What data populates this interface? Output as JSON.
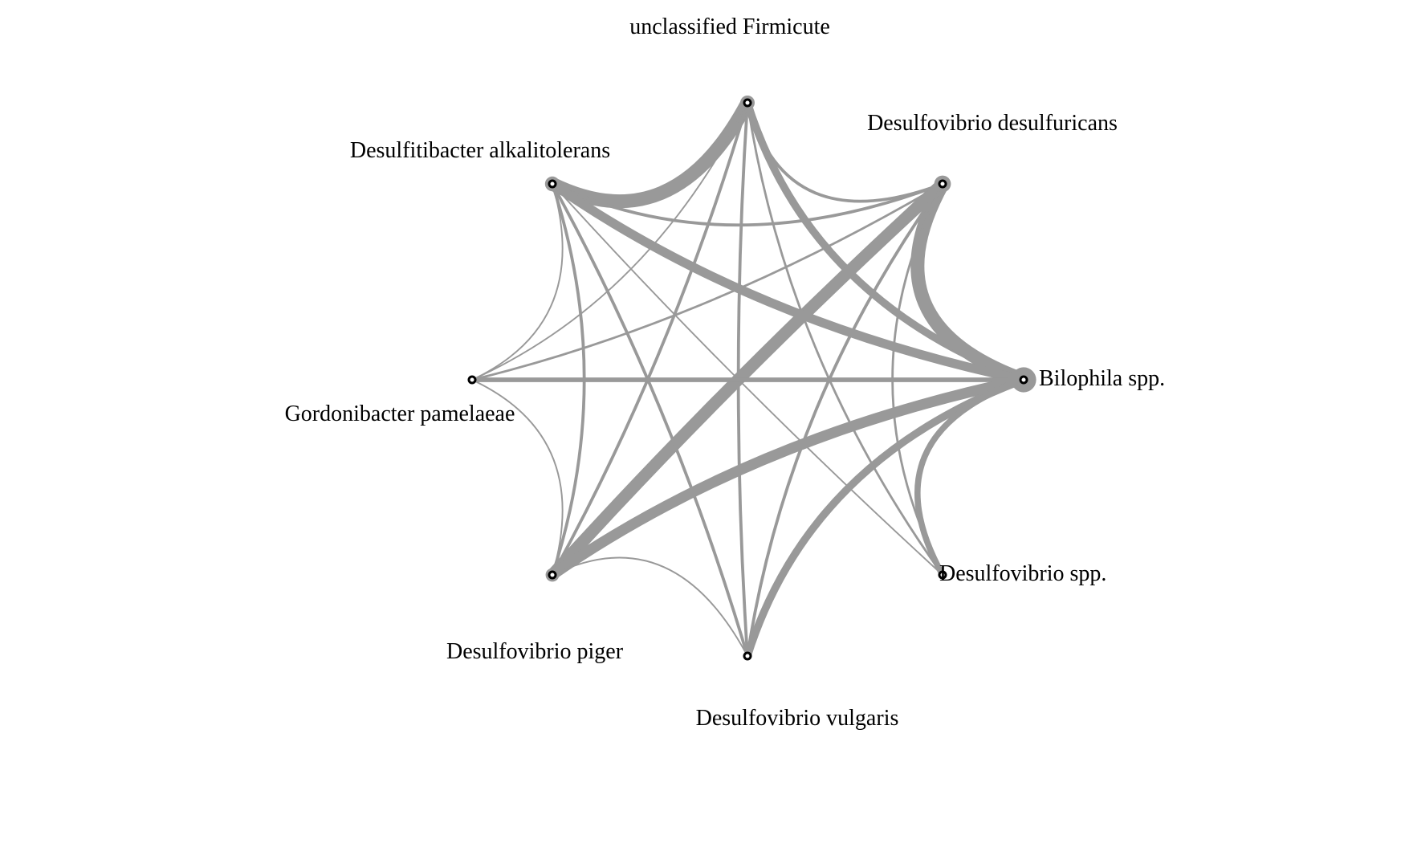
{
  "diagram": {
    "type": "network",
    "colors": {
      "edge": "#999999",
      "node_outline": "#000000",
      "node_fill": "#ffffff",
      "label": "#000000"
    },
    "nodes": [
      {
        "id": "uf",
        "label": "unclassified Firmicute"
      },
      {
        "id": "ddf",
        "label": "Desulfovibrio desulfuricans"
      },
      {
        "id": "da",
        "label": "Desulfitibacter alkalitolerans"
      },
      {
        "id": "gp",
        "label": "Gordonibacter pamelaeae"
      },
      {
        "id": "bs",
        "label": "Bilophila spp."
      },
      {
        "id": "dp",
        "label": "Desulfovibrio piger"
      },
      {
        "id": "ds",
        "label": "Desulfovibrio spp."
      },
      {
        "id": "dv",
        "label": "Desulfovibrio vulgaris"
      }
    ],
    "edges": [
      {
        "source": "da",
        "target": "uf",
        "weight": 9
      },
      {
        "source": "uf",
        "target": "bs",
        "weight": 5
      },
      {
        "source": "uf",
        "target": "ddf",
        "weight": 2
      },
      {
        "source": "uf",
        "target": "ds",
        "weight": 1.5
      },
      {
        "source": "uf",
        "target": "dv",
        "weight": 2
      },
      {
        "source": "uf",
        "target": "dp",
        "weight": 2
      },
      {
        "source": "uf",
        "target": "gp",
        "weight": 1
      },
      {
        "source": "ddf",
        "target": "bs",
        "weight": 9
      },
      {
        "source": "ddf",
        "target": "dp",
        "weight": 8
      },
      {
        "source": "ddf",
        "target": "da",
        "weight": 2
      },
      {
        "source": "ddf",
        "target": "dv",
        "weight": 2
      },
      {
        "source": "ddf",
        "target": "gp",
        "weight": 1.5
      },
      {
        "source": "ddf",
        "target": "ds",
        "weight": 1.5
      },
      {
        "source": "da",
        "target": "bs",
        "weight": 6
      },
      {
        "source": "da",
        "target": "dp",
        "weight": 2
      },
      {
        "source": "da",
        "target": "dv",
        "weight": 2
      },
      {
        "source": "da",
        "target": "ds",
        "weight": 1
      },
      {
        "source": "da",
        "target": "gp",
        "weight": 1
      },
      {
        "source": "gp",
        "target": "bs",
        "weight": 3
      },
      {
        "source": "gp",
        "target": "dp",
        "weight": 1
      },
      {
        "source": "bs",
        "target": "dp",
        "weight": 7
      },
      {
        "source": "bs",
        "target": "dv",
        "weight": 5
      },
      {
        "source": "bs",
        "target": "ds",
        "weight": 4
      },
      {
        "source": "dp",
        "target": "dv",
        "weight": 1
      }
    ]
  }
}
